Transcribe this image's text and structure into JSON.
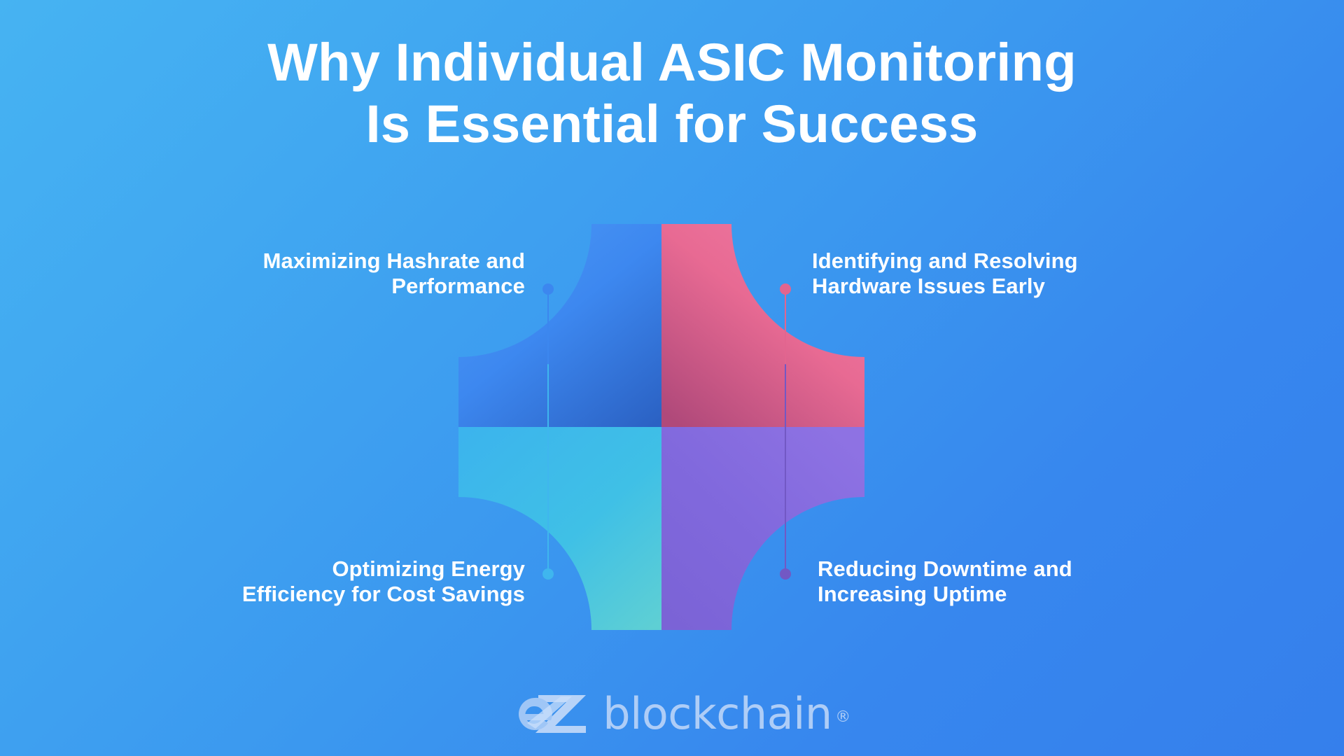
{
  "title": {
    "line1": "Why Individual ASIC Monitoring",
    "line2": "Is Essential for Success"
  },
  "callouts": [
    {
      "id": "maximizing-hashrate",
      "position": "top-left",
      "line1": "Maximizing Hashrate and",
      "line2": "Performance",
      "dot_color": "#3c87ef"
    },
    {
      "id": "identifying-hardware-issues",
      "position": "top-right",
      "line1": "Identifying and Resolving",
      "line2": "Hardware Issues Early",
      "dot_color": "#e2658f"
    },
    {
      "id": "optimizing-energy-efficiency",
      "position": "bottom-left",
      "line1": "Optimizing Energy",
      "line2": "Efficiency for Cost Savings",
      "dot_color": "#3fb6ee"
    },
    {
      "id": "reducing-downtime",
      "position": "bottom-right",
      "line1": "Reducing Downtime and",
      "line2": "Increasing Uptime",
      "dot_color": "#7258c4"
    }
  ],
  "emblem": {
    "name": "four-pointed-star-graphic",
    "petals": [
      {
        "id": "petal-top-left",
        "color_from": "#3f8cf0",
        "color_to": "#2f6fcf"
      },
      {
        "id": "petal-top-right",
        "color_from": "#f0779f",
        "color_to": "#b9507c"
      },
      {
        "id": "petal-bottom-left",
        "color_from": "#3fb6ee",
        "color_to": "#55c9d6"
      },
      {
        "id": "petal-bottom-right",
        "color_from": "#8b6fe0",
        "color_to": "#6f5ac9"
      }
    ]
  },
  "logo": {
    "mark": "ez-monogram",
    "word": "blockchain",
    "registered": "®",
    "color": "#aecdf7"
  },
  "theme": {
    "background_from": "#46b3f2",
    "background_to": "#357fec",
    "text_color": "#ffffff"
  }
}
